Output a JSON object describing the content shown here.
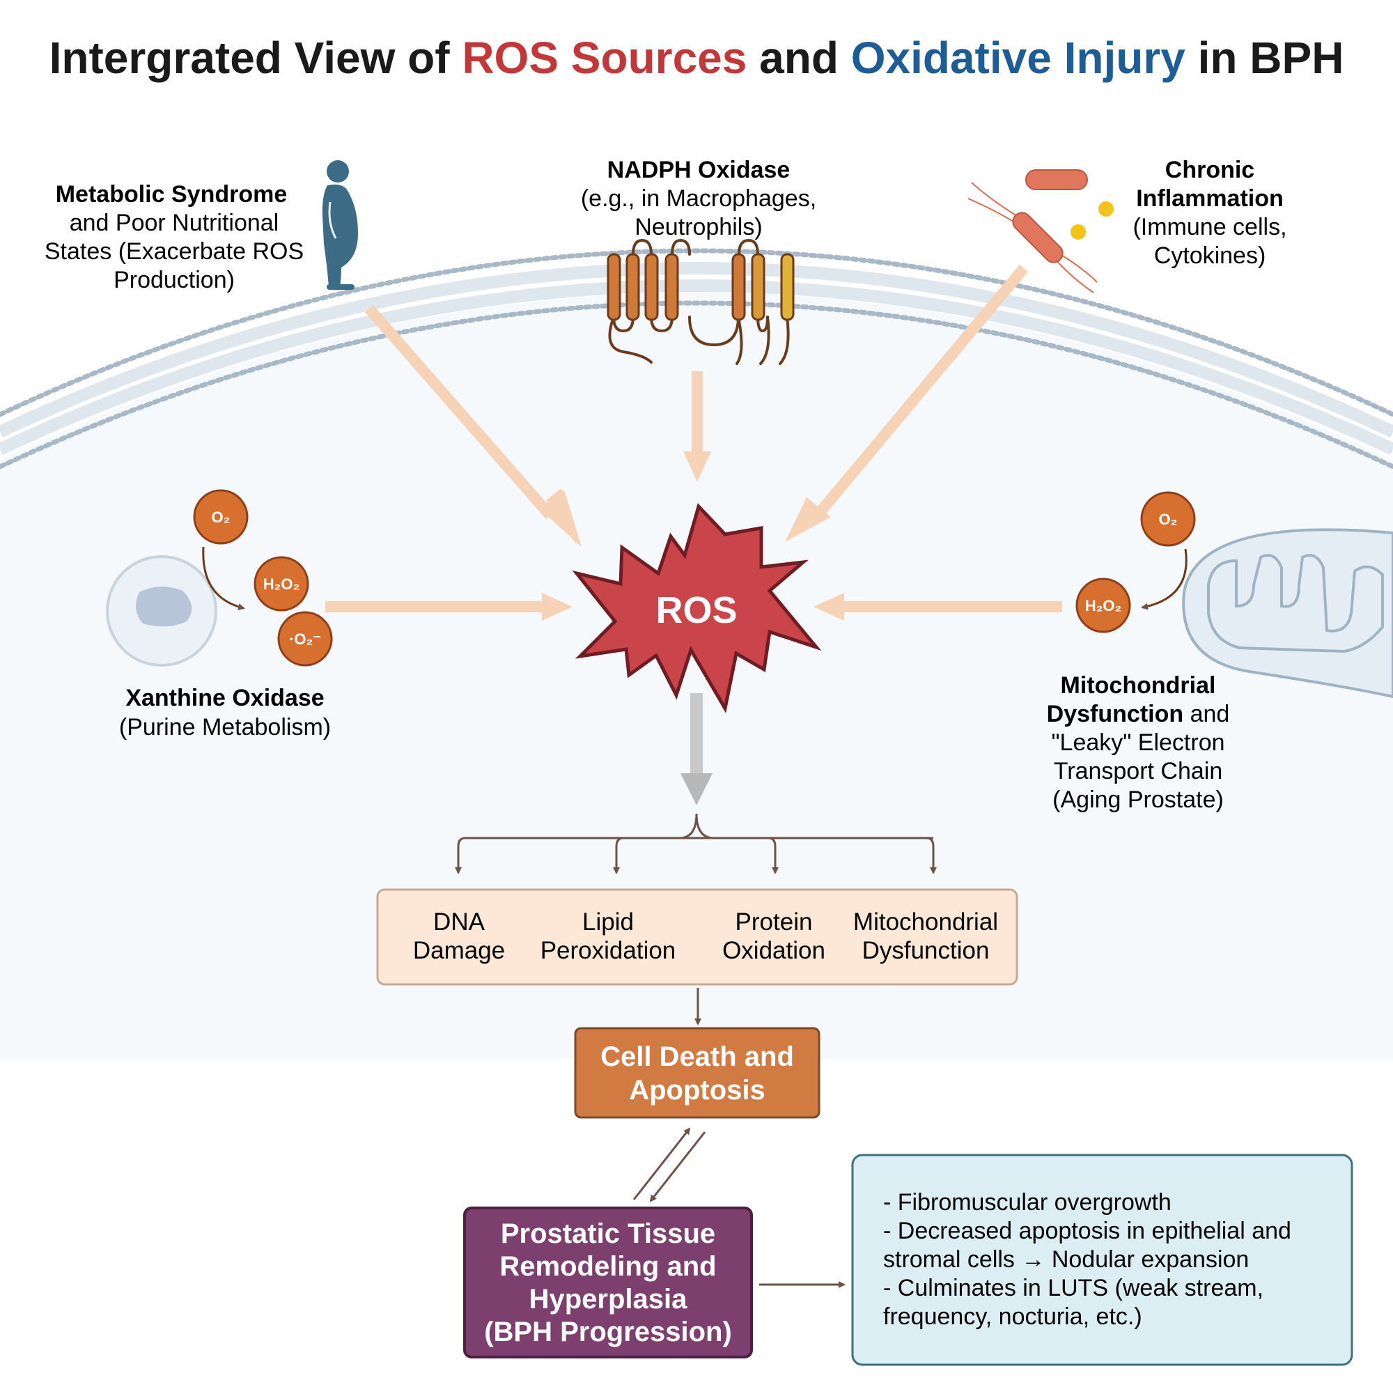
{
  "title": {
    "part1": "Intergrated View of ",
    "part2": "ROS Sources",
    "part3": " and ",
    "part4": "Oxidative Injury",
    "part5": " in BPH"
  },
  "colors": {
    "ros_red": "#c0383a",
    "injury_blue": "#1e5c96",
    "arrow_peach": "#f6d2b6",
    "orange": "#d0763d",
    "purple": "#7d3f6e",
    "cell_bg": "#f5f9fc"
  },
  "sources": {
    "metabolic": {
      "line1": "Metabolic Syndrome",
      "line2": "and Poor Nutritional",
      "line3": "States (Exacerbate ROS",
      "line4": "Production)"
    },
    "nadph": {
      "line1": "NADPH Oxidase",
      "line2": "(e.g., in Macrophages,",
      "line3": "Neutrophils)"
    },
    "inflammation": {
      "line1": "Chronic",
      "line2": "Inflammation",
      "line3": "(Immune cells,",
      "line4": "Cytokines)"
    },
    "xanthine": {
      "line1": "Xanthine Oxidase",
      "line2": "(Purine Metabolism)"
    },
    "mito": {
      "line1a": "Mitochondrial",
      "line2a": "Dysfunction",
      "line2b": " and",
      "line3": "\"Leaky\" Electron",
      "line4": "Transport Chain",
      "line5": "(Aging Prostate)"
    }
  },
  "molecules": {
    "o2_left": "O₂",
    "h2o2_left": "H₂O₂",
    "superoxide": "·O₂⁻",
    "o2_right": "O₂",
    "h2o2_right": "H₂O₂"
  },
  "center": {
    "ros": "ROS"
  },
  "damage": {
    "items": [
      {
        "line1": "DNA",
        "line2": "Damage"
      },
      {
        "line1": "Lipid",
        "line2": "Peroxidation"
      },
      {
        "line1": "Protein",
        "line2": "Oxidation"
      },
      {
        "line1": "Mitochondrial",
        "line2": "Dysfunction"
      }
    ]
  },
  "cell_death": {
    "line1": "Cell Death and",
    "line2": "Apoptosis"
  },
  "remodeling": {
    "line1": "Prostatic Tissue",
    "line2": "Remodeling and",
    "line3": "Hyperplasia",
    "line4": "(BPH Progression)"
  },
  "outcomes": {
    "lines": [
      "- Fibromuscular overgrowth",
      "- Decreased apoptosis in epithelial and",
      "stromal cells → Nodular expansion",
      "- Culminates in LUTS (weak stream,",
      "frequency, nocturia, etc.)"
    ]
  }
}
